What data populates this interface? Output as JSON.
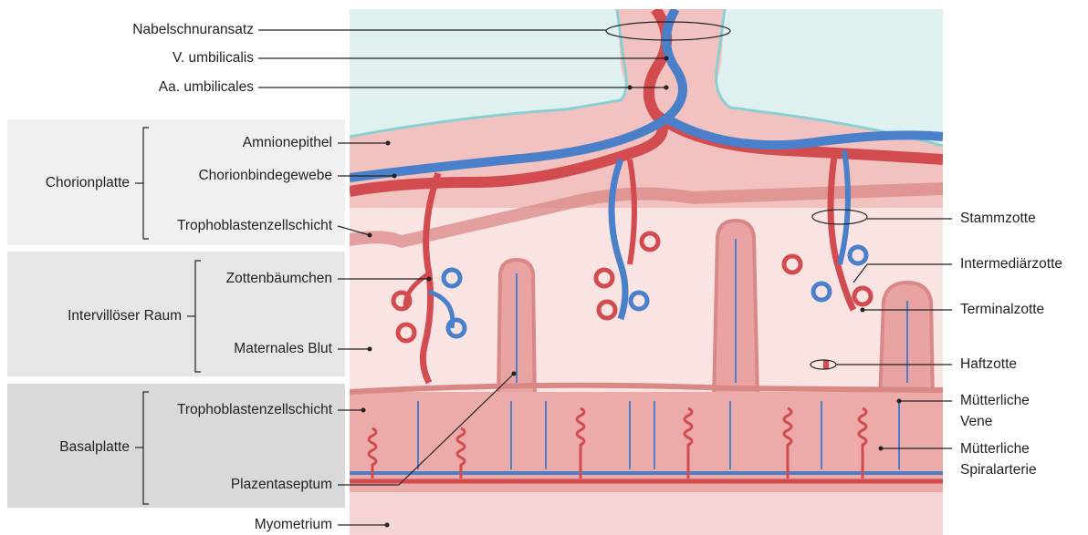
{
  "colors": {
    "amniotic": "#dff0f0",
    "amnion_line": "#8ccfd0",
    "chorion_tissue": "#f2c2c0",
    "trophoblast": "#d98886",
    "intervillous": "#f9e3e3",
    "villus_fill": "#e8908f",
    "artery": "#d24b4f",
    "vein": "#4a7fc9",
    "basal": "#ecaaa9",
    "myometrium": "#f6d4d4"
  },
  "labels": {
    "nabelschnuransatz": "Nabelschnuransatz",
    "v_umbilicalis": "V. umbilicalis",
    "aa_umbilicales": "Aa. umbilicales",
    "amnionepithel": "Amnionepithel",
    "chorionbindegewebe": "Chorionbindegewebe",
    "trophoblast_top": "Trophoblastenzellschicht",
    "zottenbaeumchen": "Zottenbäumchen",
    "maternales_blut": "Maternales Blut",
    "trophoblast_bottom": "Trophoblastenzellschicht",
    "plazentaseptum": "Plazentaseptum",
    "myometrium": "Myometrium",
    "stammzotte": "Stammzotte",
    "intermediaerzotte": "Intermediärzotte",
    "terminalzotte": "Terminalzotte",
    "haftzotte": "Haftzotte",
    "muetterliche_vene_1": "Mütterliche",
    "muetterliche_vene_2": "Vene",
    "spiralarterie_1": "Mütterliche",
    "spiralarterie_2": "Spiralarterie"
  },
  "groups": {
    "chorionplatte": "Chorionplatte",
    "intervilloeser_raum": "Intervillöser Raum",
    "basalplatte": "Basalplatte"
  }
}
